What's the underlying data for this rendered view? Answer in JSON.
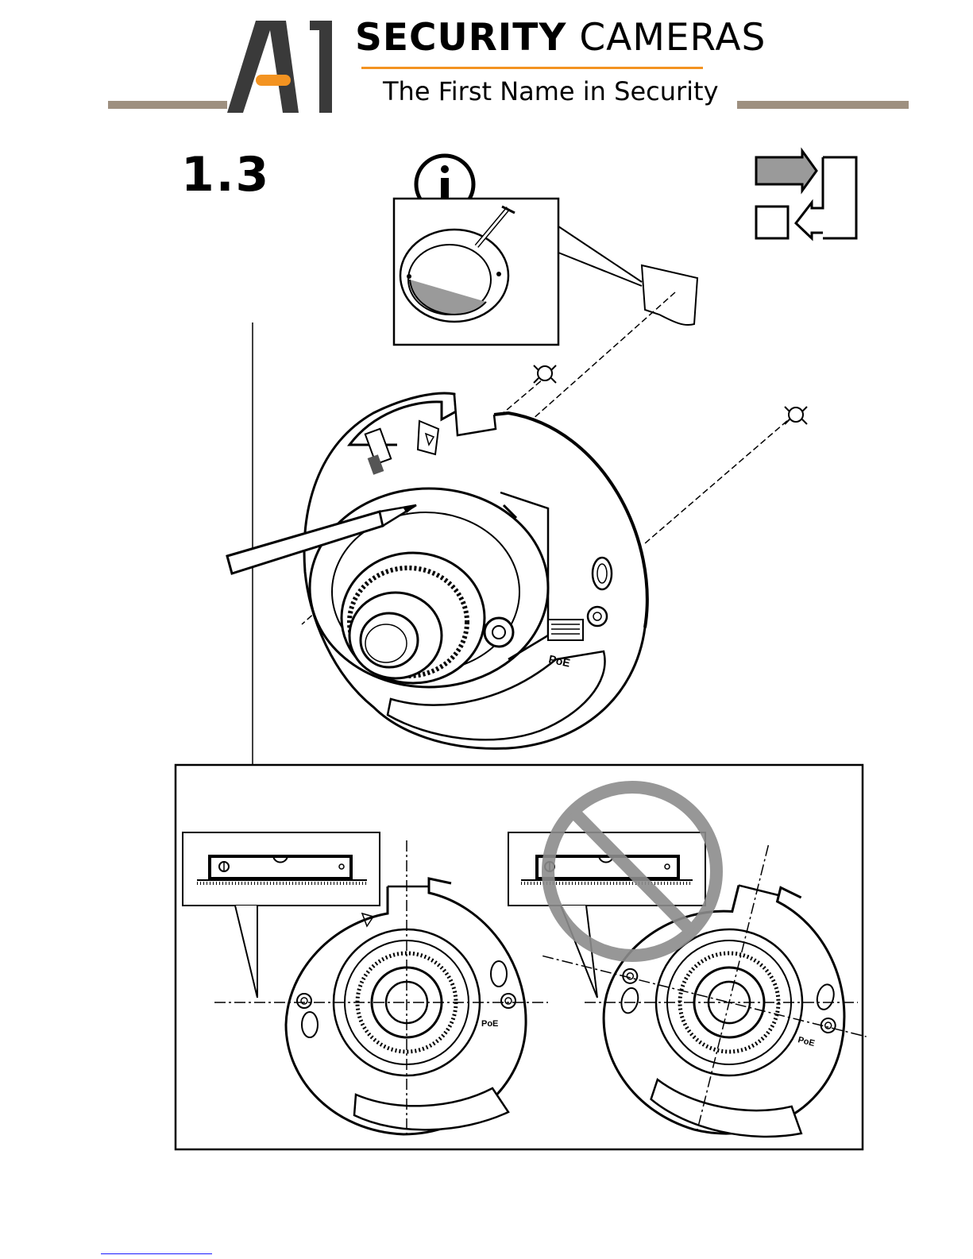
{
  "header": {
    "logo_letters": "A1",
    "brand_bold": "SECURITY",
    "brand_light": "CAMERAS",
    "tagline": "The First Name in Security",
    "accent_color": "#f39321",
    "bar_color": "#9e9080"
  },
  "step": {
    "number": "1.3"
  },
  "illustration": {
    "info_icon": "info-icon",
    "sequence_icon": "sequence-arrows-icon",
    "connector_label": "PoE",
    "wrong_icon": "prohibited-icon",
    "prohibited_color": "#8c8c8c"
  },
  "panels": {
    "correct": {
      "connector_label": "PoE"
    },
    "incorrect": {
      "connector_label": "PoE"
    }
  },
  "footer": {
    "link_color": "#1a1aff"
  }
}
